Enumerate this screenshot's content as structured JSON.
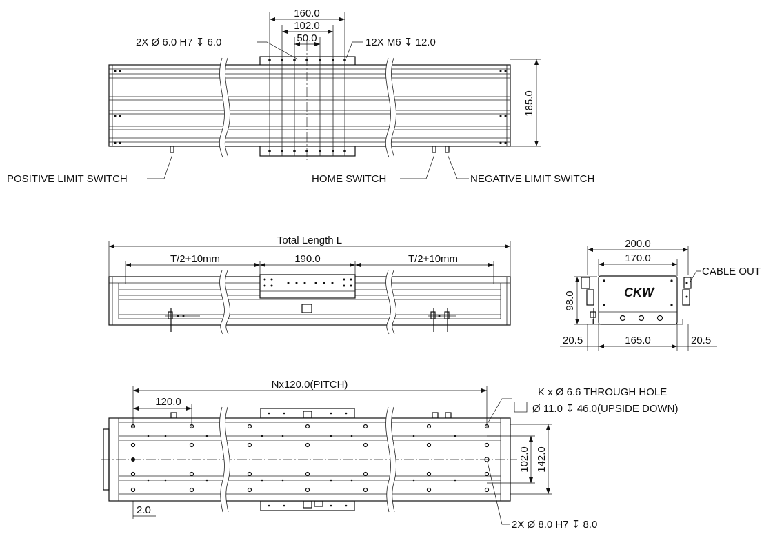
{
  "top_view": {
    "width_dim": "185.0",
    "dim_160": "160.0",
    "dim_102": "102.0",
    "dim_50": "50.0",
    "dowel_callout": "2X Ø  6.0 H7 ↧ 6.0",
    "thread_callout": "12X  M6 ↧ 12.0",
    "positive_limit": "POSITIVE LIMIT SWITCH",
    "home_switch": "HOME SWITCH",
    "negative_limit": "NEGATIVE LIMIT SWITCH"
  },
  "side_view": {
    "total_length": "Total Length L",
    "travel_left": "T/2+10mm",
    "carriage": "190.0",
    "travel_right": "T/2+10mm"
  },
  "end_view": {
    "width_overall": "200.0",
    "width_inner": "170.0",
    "height": "98.0",
    "cable_out": "CABLE OUT",
    "left_offset": "20.5",
    "base_width": "165.0",
    "right_offset": "20.5",
    "logo_text": "CKW"
  },
  "bottom_view": {
    "pitch": "Nx120.0(PITCH)",
    "first_pitch": "120.0",
    "hole_callout_1": "K x Ø  6.6 THROUGH HOLE",
    "hole_callout_2": "Ø  11.0 ↧  46.0(UPSIDE DOWN)",
    "dim_102": "102.0",
    "dim_142": "142.0",
    "edge": "2.0",
    "dowel_callout": "2X Ø  8.0 H7 ↧  8.0"
  }
}
